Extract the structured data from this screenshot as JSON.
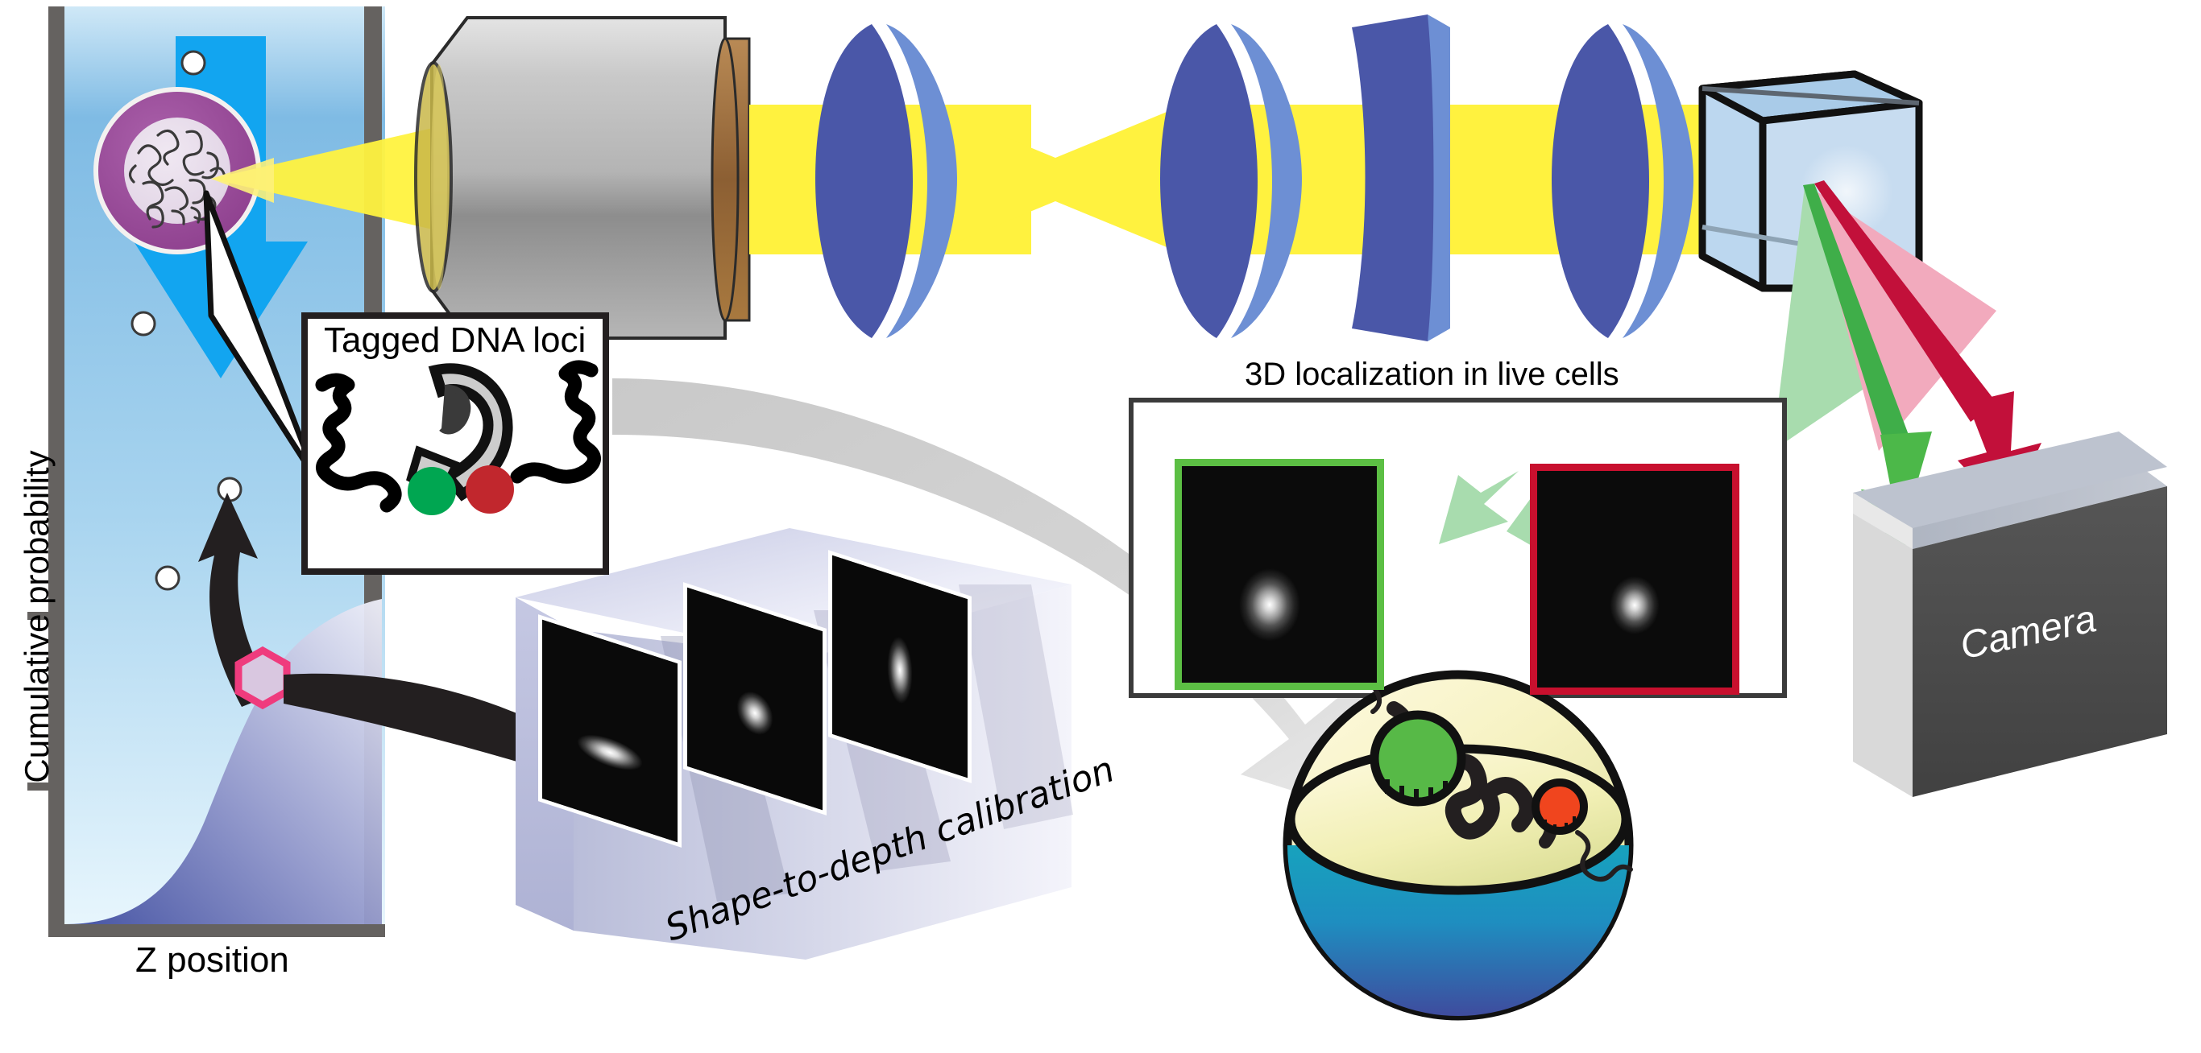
{
  "figure": {
    "type": "scientific-schematic",
    "description": "3D single-molecule localization microscope schematic"
  },
  "left_panel": {
    "y_axis_label": "Cumulative probability",
    "x_axis_label": "Z position",
    "axis_color": "#656260",
    "chamber_fill_top": "#7fbbe4",
    "chamber_fill_bottom": "#e8f4fb",
    "flow_arrow_color": "#12a5f0",
    "marker_color": "#ef3b7d",
    "nucleus_outer_color": "#9c4f9c",
    "nucleus_inner_color": "#e6dcea",
    "bead_color": "#ffffff"
  },
  "chart_data": {
    "type": "area",
    "title": "",
    "xlabel": "Z position",
    "ylabel": "Cumulative probability",
    "x": [
      0,
      0.1,
      0.2,
      0.3,
      0.4,
      0.5,
      0.6,
      0.7,
      0.8,
      0.9,
      1.0
    ],
    "values": [
      0.0,
      0.01,
      0.04,
      0.1,
      0.22,
      0.4,
      0.6,
      0.76,
      0.88,
      0.95,
      1.0
    ],
    "ylim": [
      0,
      1
    ],
    "xlim": [
      0,
      1
    ],
    "grid": false,
    "legend": "none",
    "ticks_y": [
      0.33,
      0.66
    ],
    "annotations": [
      {
        "label": "selected z-plane marker",
        "shape": "hexagon",
        "color": "#ef3b7d",
        "x": 0.26,
        "y": 0.62
      }
    ]
  },
  "inset_tagged": {
    "title": "Tagged DNA loci",
    "green_dot_color": "#00a651",
    "red_dot_color": "#c1272d",
    "strand_color": "#000000",
    "protein_color": "#cccccc",
    "border_color": "#231f20",
    "background": "#ffffff"
  },
  "optics": {
    "objective_body_label": "objective-lens",
    "objective_body_color": "#a8a8a8",
    "objective_collar_color": "#9c6b3f",
    "lens_color": "#4a57a8",
    "lens_edge_color": "#6d8fd4",
    "beam_color": "#fff23f",
    "beamsplitter_color": "#bcd7ef",
    "beamsplitter_edge": "#111111",
    "green_path_color": "#3fae49",
    "red_path_color": "#c2103a",
    "green_cone_color": "#a8dcae",
    "red_cone_color": "#f2aabd"
  },
  "camera": {
    "label": "Camera",
    "front_color": "#4a4a4a",
    "top_color": "#a9b0bd",
    "side_color": "#d9d9d9"
  },
  "localization_panel": {
    "title": "3D localization in live cells",
    "border_color": "#3b3b3b",
    "green_frame_color": "#5cbf44",
    "red_frame_color": "#c8102e",
    "psf_background": "#000000"
  },
  "calibration": {
    "label": "Shape-to-depth calibration",
    "slab_color": "#b8bcdc",
    "slab_top_color": "#eceefa",
    "frames": 3,
    "psf_shapes": [
      "horizontal-ellipse",
      "round",
      "vertical-ellipse"
    ]
  },
  "nucleus_3d": {
    "label": "cell-nucleus-3d",
    "top_color": "#fdf8d4",
    "equator_color": "#dfe09a",
    "bottom_color": "#1b94b5",
    "bottom_deep_color": "#3f4c9e",
    "green_locus_color": "#57b947",
    "red_locus_color": "#f0451e",
    "outline_color": "#111111"
  }
}
